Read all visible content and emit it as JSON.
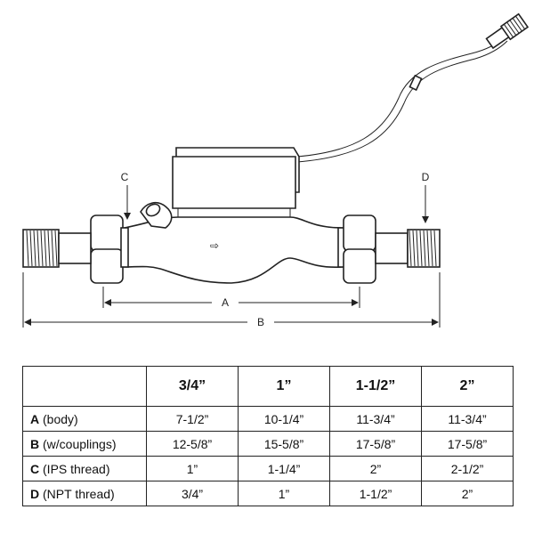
{
  "diagram": {
    "labels": {
      "c": "C",
      "d": "D",
      "a": "A",
      "b": "B"
    },
    "flow_arrow": "⇨"
  },
  "table": {
    "headers": [
      "",
      "3/4”",
      "1”",
      "1-1/2”",
      "2”"
    ],
    "rows": [
      {
        "key": "A",
        "desc": "(body)",
        "values": [
          "7-1/2”",
          "10-1/4”",
          "11-3/4”",
          "11-3/4”"
        ]
      },
      {
        "key": "B",
        "desc": "(w/couplings)",
        "values": [
          "12-5/8”",
          "15-5/8”",
          "17-5/8”",
          "17-5/8”"
        ]
      },
      {
        "key": "C",
        "desc": "(IPS thread)",
        "values": [
          "1”",
          "1-1/4”",
          "2”",
          "2-1/2”"
        ]
      },
      {
        "key": "D",
        "desc": "(NPT thread)",
        "values": [
          "3/4”",
          "1”",
          "1-1/2”",
          "2”"
        ]
      }
    ]
  }
}
